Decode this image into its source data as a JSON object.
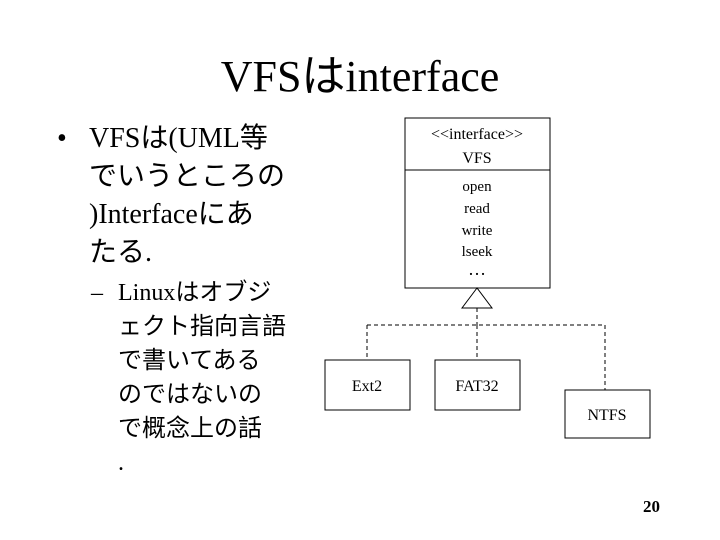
{
  "slide": {
    "title": "VFSはinterface",
    "page_number": "20"
  },
  "bullets": {
    "level1_lines": [
      "VFSは(UML等",
      "でいうところの",
      ")Interfaceにあ",
      "たる."
    ],
    "level2_lines": [
      "Linuxはオブジ",
      "ェクト指向言語",
      "で書いてある",
      "のではないの",
      "で概念上の話",
      "."
    ]
  },
  "diagram": {
    "interface_box": {
      "stereotype": "<<interface>>",
      "name": "VFS",
      "operations": [
        "open",
        "read",
        "write",
        "lseek"
      ],
      "ellipsis": "…"
    },
    "implementations": [
      "Ext2",
      "FAT32",
      "NTFS"
    ]
  }
}
